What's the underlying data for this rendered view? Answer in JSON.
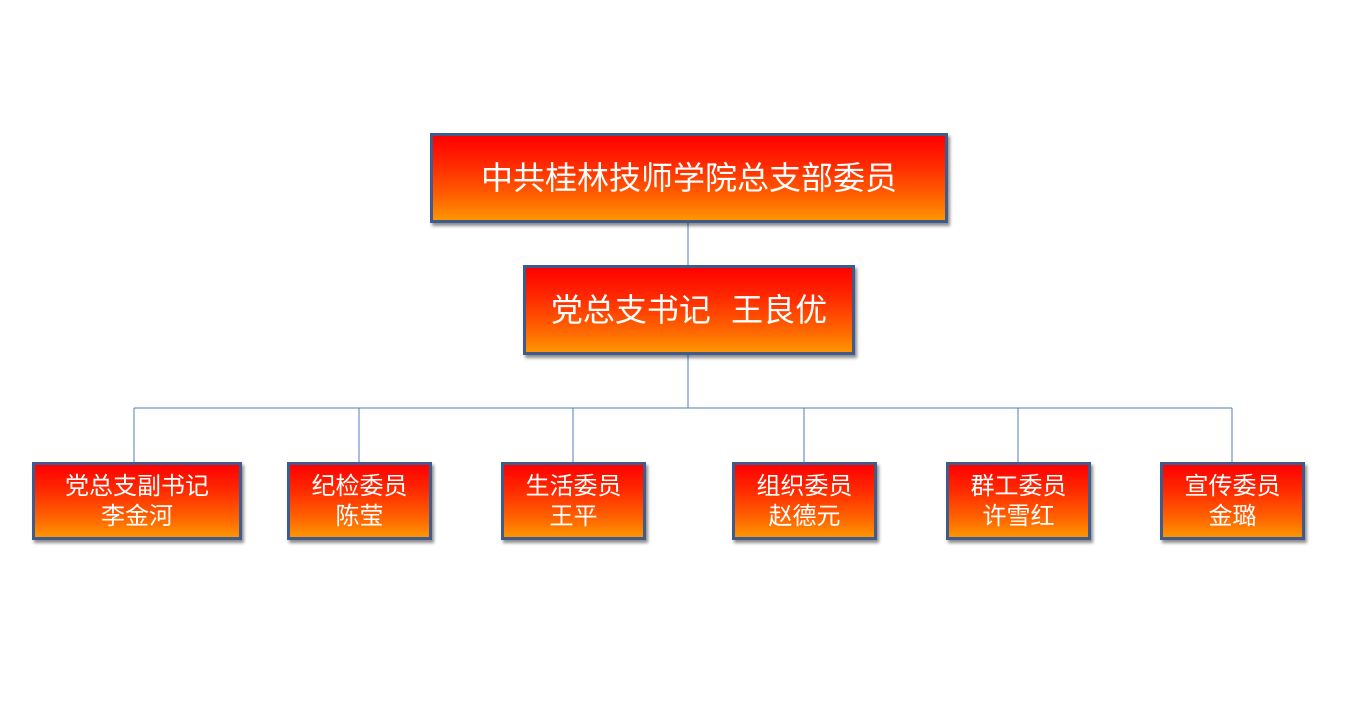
{
  "root": {
    "title": "中共桂林技师学院总支部委员"
  },
  "secretary": {
    "title": "党总支书记  王良优"
  },
  "members": [
    {
      "role": "党总支副书记",
      "name": "李金河"
    },
    {
      "role": "纪检委员",
      "name": "陈莹"
    },
    {
      "role": "生活委员",
      "name": "王平"
    },
    {
      "role": "组织委员",
      "name": "赵德元"
    },
    {
      "role": "群工委员",
      "name": "许雪红"
    },
    {
      "role": "宣传委员",
      "name": "金璐"
    }
  ],
  "colors": {
    "box_fill_top": "#ff0000",
    "box_fill_bottom": "#ff9500",
    "box_border": "#3f5b8c",
    "connector": "#4f7fb8",
    "text": "#ffffff"
  }
}
